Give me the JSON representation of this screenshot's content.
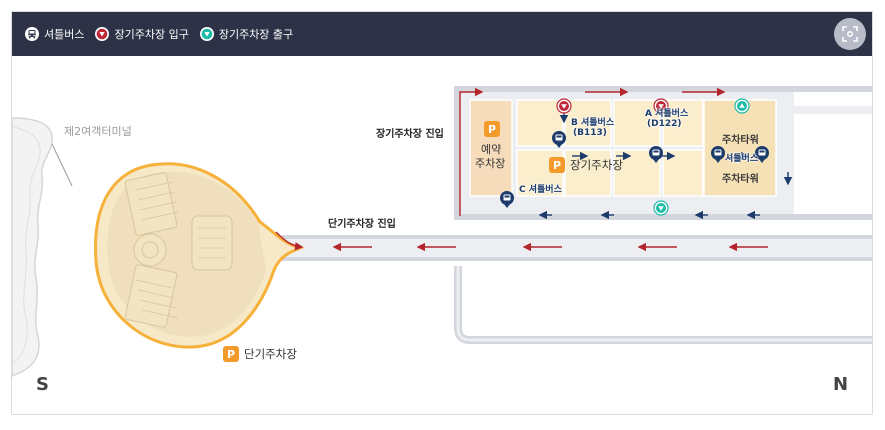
{
  "legend": {
    "shuttle_label": "셔틀버스",
    "entrance_label": "장기주차장 입구",
    "exit_label": "장기주차장 출구"
  },
  "labels": {
    "terminal2": "제2여객터미널",
    "long_term_entry": "장기주차장 진입",
    "short_term_entry": "단기주차장 진입",
    "short_term_parking": "단기주차장",
    "long_term_parking": "장기주차장",
    "reserved_line1": "예약",
    "reserved_line2": "주차장",
    "parking_tower_top": "주차타워",
    "parking_tower_bottom": "주차타워",
    "bus_b_line1": "B 셔틀버스",
    "bus_b_line2": "(B113)",
    "bus_a_line1": "A 셔틀버스",
    "bus_a_line2": "(D122)",
    "bus_c": "C 셔틀버스",
    "bus_tower": "셔틀버스",
    "p_symbol": "P"
  },
  "compass": {
    "south": "S",
    "north": "N"
  },
  "colors": {
    "legend_bg": "#2d3246",
    "road": "#d4d6de",
    "arrow_red": "#b3262e",
    "arrow_navy": "#1d3b6b",
    "parking_fill": "#fbeecd",
    "reserved_fill": "#f6dcbb",
    "parking_badge": "#f39a2b",
    "terminal_outline": "#f6b13a",
    "entrance_marker": "#c0283a",
    "exit_marker": "#1ebca8"
  },
  "icons": [
    "bus-icon",
    "entrance-marker-icon",
    "exit-marker-icon",
    "fit-view-icon"
  ]
}
